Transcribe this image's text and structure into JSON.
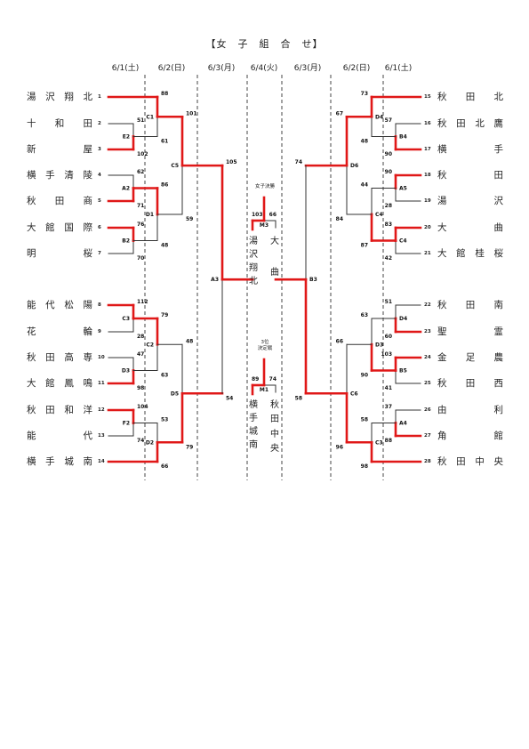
{
  "title": "【女　子　組　合　せ】",
  "dates": [
    "6/1(土)",
    "6/2(日)",
    "6/3(月)",
    "6/4(火)",
    "6/3(月)",
    "6/2(日)",
    "6/1(土)"
  ],
  "teams_left": [
    {
      "no": "1",
      "name": "湯沢翔北"
    },
    {
      "no": "2",
      "name": "十和田"
    },
    {
      "no": "3",
      "name": "新屋"
    },
    {
      "no": "4",
      "name": "横手清陵"
    },
    {
      "no": "5",
      "name": "秋田商"
    },
    {
      "no": "6",
      "name": "大館国際"
    },
    {
      "no": "7",
      "name": "明桜"
    },
    {
      "no": "8",
      "name": "能代松陽"
    },
    {
      "no": "9",
      "name": "花輪"
    },
    {
      "no": "10",
      "name": "秋田高専"
    },
    {
      "no": "11",
      "name": "大館鳳鳴"
    },
    {
      "no": "12",
      "name": "秋田和洋"
    },
    {
      "no": "13",
      "name": "能代"
    },
    {
      "no": "14",
      "name": "横手城南"
    }
  ],
  "teams_right": [
    {
      "no": "15",
      "name": "秋田北"
    },
    {
      "no": "16",
      "name": "秋田北鷹"
    },
    {
      "no": "17",
      "name": "横手"
    },
    {
      "no": "18",
      "name": "秋田"
    },
    {
      "no": "19",
      "name": "湯沢"
    },
    {
      "no": "20",
      "name": "大曲"
    },
    {
      "no": "21",
      "name": "大館桂桜"
    },
    {
      "no": "22",
      "name": "秋田南"
    },
    {
      "no": "23",
      "name": "聖霊"
    },
    {
      "no": "24",
      "name": "金足農"
    },
    {
      "no": "25",
      "name": "秋田西"
    },
    {
      "no": "26",
      "name": "由利"
    },
    {
      "no": "27",
      "name": "角館"
    },
    {
      "no": "28",
      "name": "秋田中央"
    }
  ],
  "final": {
    "label": "女子決勝",
    "code": "M3",
    "left_score": "103",
    "right_score": "66",
    "left_name": "湯沢翔北",
    "right_name": "大曲"
  },
  "third": {
    "label_line1": "3位",
    "label_line2": "決定戦",
    "code": "M1",
    "left_score": "89",
    "right_score": "74",
    "left_name": "横手城南",
    "right_name": "秋田中央"
  },
  "matches": [
    {
      "code": "E2",
      "s1": "51",
      "s2": "102"
    },
    {
      "code": "C1",
      "s1": "88",
      "s2": "61"
    },
    {
      "code": "A2",
      "s1": "62",
      "s2": "71"
    },
    {
      "code": "B2",
      "s1": "76",
      "s2": "70"
    },
    {
      "code": "D1",
      "s1": "86",
      "s2": "48"
    },
    {
      "code": "C5",
      "s1": "101",
      "s2": "59"
    },
    {
      "code": "C3",
      "s1": "112",
      "s2": "28"
    },
    {
      "code": "D3",
      "s1": "47",
      "s2": "98"
    },
    {
      "code": "C2",
      "s1": "79",
      "s2": "63"
    },
    {
      "code": "F2",
      "s1": "104",
      "s2": "74"
    },
    {
      "code": "D2",
      "s1": "53",
      "s2": "66"
    },
    {
      "code": "D5",
      "s1": "48",
      "s2": "79"
    },
    {
      "code": "A3",
      "s1": "105",
      "s2": "54"
    },
    {
      "code": "B4",
      "s1": "57",
      "s2": "90"
    },
    {
      "code": "D4",
      "s1": "73",
      "s2": "48"
    },
    {
      "code": "A5",
      "s1": "90",
      "s2": "28"
    },
    {
      "code": "C4",
      "s1": "83",
      "s2": "42"
    },
    {
      "code": "C4",
      "s1": "44",
      "s2": "87"
    },
    {
      "code": "D6",
      "s1": "67",
      "s2": "84"
    },
    {
      "code": "D4",
      "s1": "51",
      "s2": "60"
    },
    {
      "code": "B5",
      "s1": "103",
      "s2": "41"
    },
    {
      "code": "D3",
      "s1": "63",
      "s2": "90"
    },
    {
      "code": "A4",
      "s1": "37",
      "s2": "88"
    },
    {
      "code": "C3",
      "s1": "58",
      "s2": "98"
    },
    {
      "code": "C6",
      "s1": "66",
      "s2": "96"
    },
    {
      "code": "B3",
      "s1": "74",
      "s2": "58"
    }
  ],
  "colors": {
    "winner_line": "#e01818",
    "loser_line": "#333333",
    "divider": "#444444"
  }
}
